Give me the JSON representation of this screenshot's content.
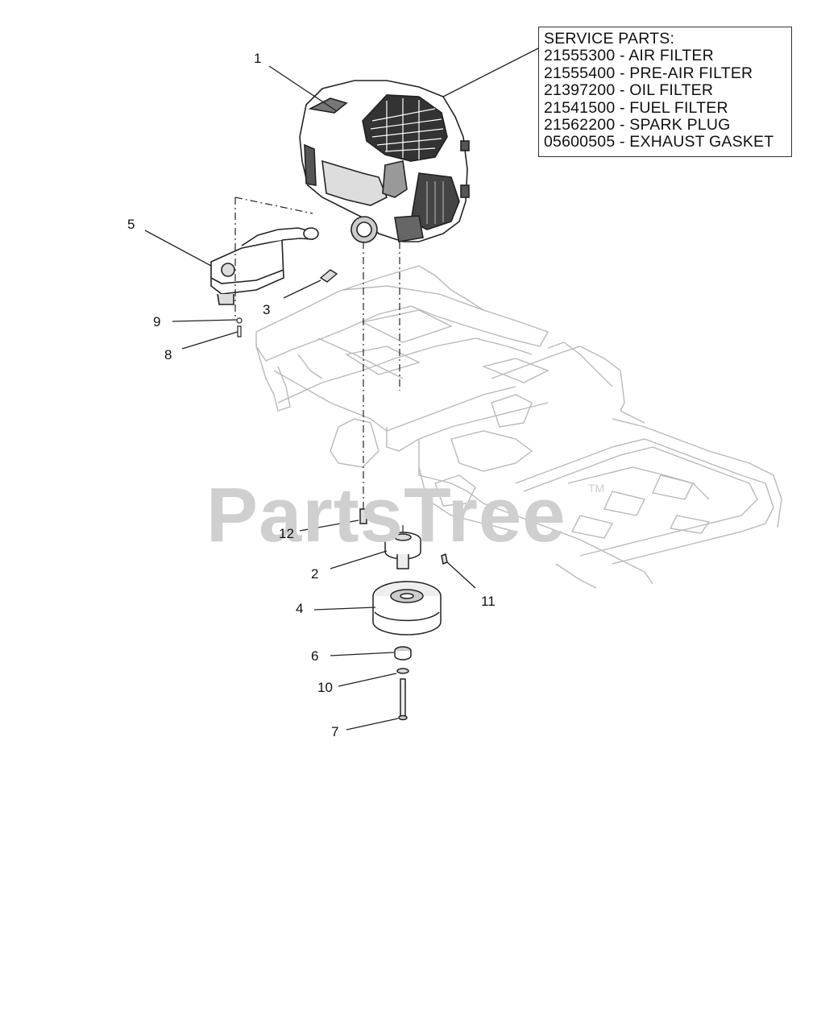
{
  "service_parts": {
    "title": "SERVICE PARTS:",
    "items": [
      "21555300 - AIR FILTER",
      "21555400 - PRE-AIR FILTER",
      "21397200 - OIL FILTER",
      "21541500 - FUEL FILTER",
      "21562200 - SPARK PLUG",
      "05600505 - EXHAUST GASKET"
    ]
  },
  "callouts": {
    "c1": "1",
    "c2": "2",
    "c3": "3",
    "c4": "4",
    "c5": "5",
    "c6": "6",
    "c7": "7",
    "c8": "8",
    "c9": "9",
    "c10": "10",
    "c11": "11",
    "c12": "12"
  },
  "watermark": {
    "text": "PartsTree",
    "tm": "TM"
  }
}
